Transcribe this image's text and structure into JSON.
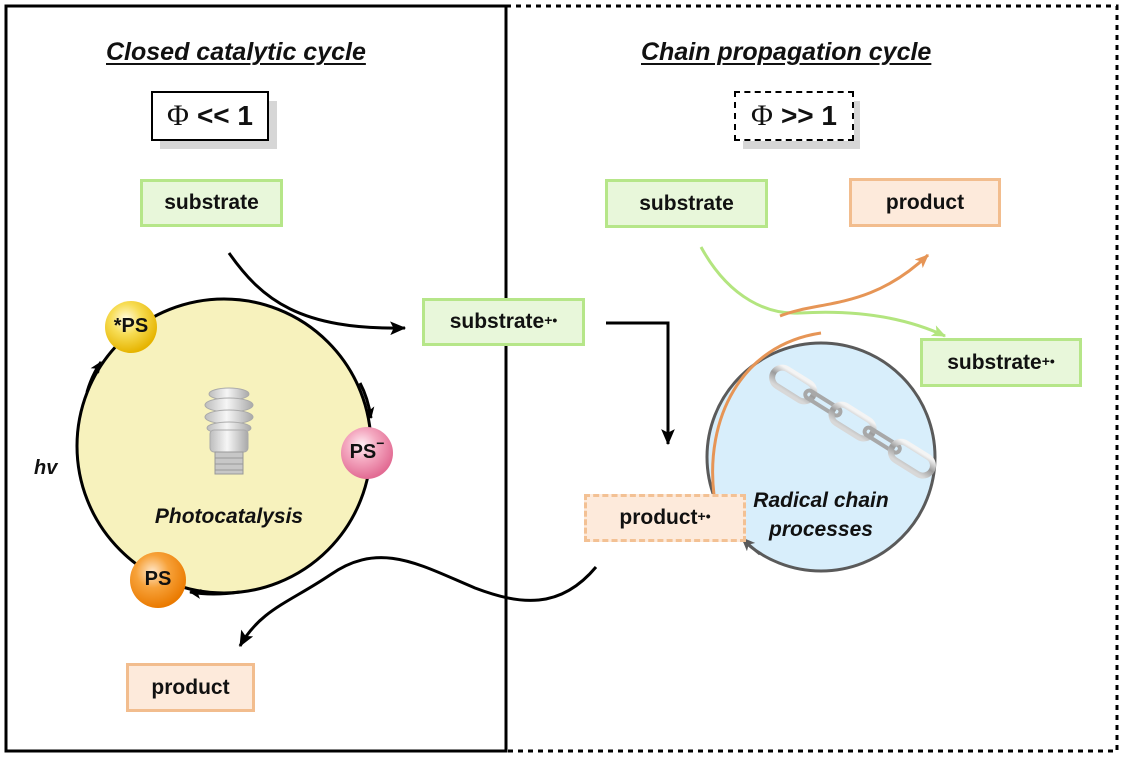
{
  "left_panel": {
    "title": "Closed catalytic cycle",
    "quantum_yield": {
      "symbol": "Φ",
      "relation": "<< 1"
    },
    "substrate_label": "substrate",
    "product_label": "product",
    "cycle_label": "Photocatalysis",
    "light_label": "hv",
    "bulb_icon": "light-bulb-icon",
    "species": {
      "excited": "*PS",
      "reduced": "PS",
      "reduced_charge": "−",
      "ground": "PS"
    },
    "colors": {
      "cycle_fill": "#f7f2bd",
      "excited": "#f3cc1e",
      "reduced": "#ef88a9",
      "ground": "#f38a14"
    }
  },
  "shared": {
    "radical_cation_substrate": {
      "label": "substrate",
      "charge": "+•"
    },
    "radical_cation_product": {
      "label": "product",
      "charge": "+•"
    }
  },
  "right_panel": {
    "title": "Chain propagation cycle",
    "quantum_yield": {
      "symbol": "Φ",
      "relation": ">> 1"
    },
    "substrate_label": "substrate",
    "product_label": "product",
    "radical_cation_substrate": {
      "label": "substrate",
      "charge": "+•"
    },
    "cycle_label_line1": "Radical chain",
    "cycle_label_line2": "processes",
    "chain_icon": "chain-icon",
    "colors": {
      "cycle_fill": "#d8eefb",
      "substrate_arrow": "#b3e57f",
      "product_arrow": "#e69556",
      "return_arrow": "#5a5a5a"
    }
  }
}
